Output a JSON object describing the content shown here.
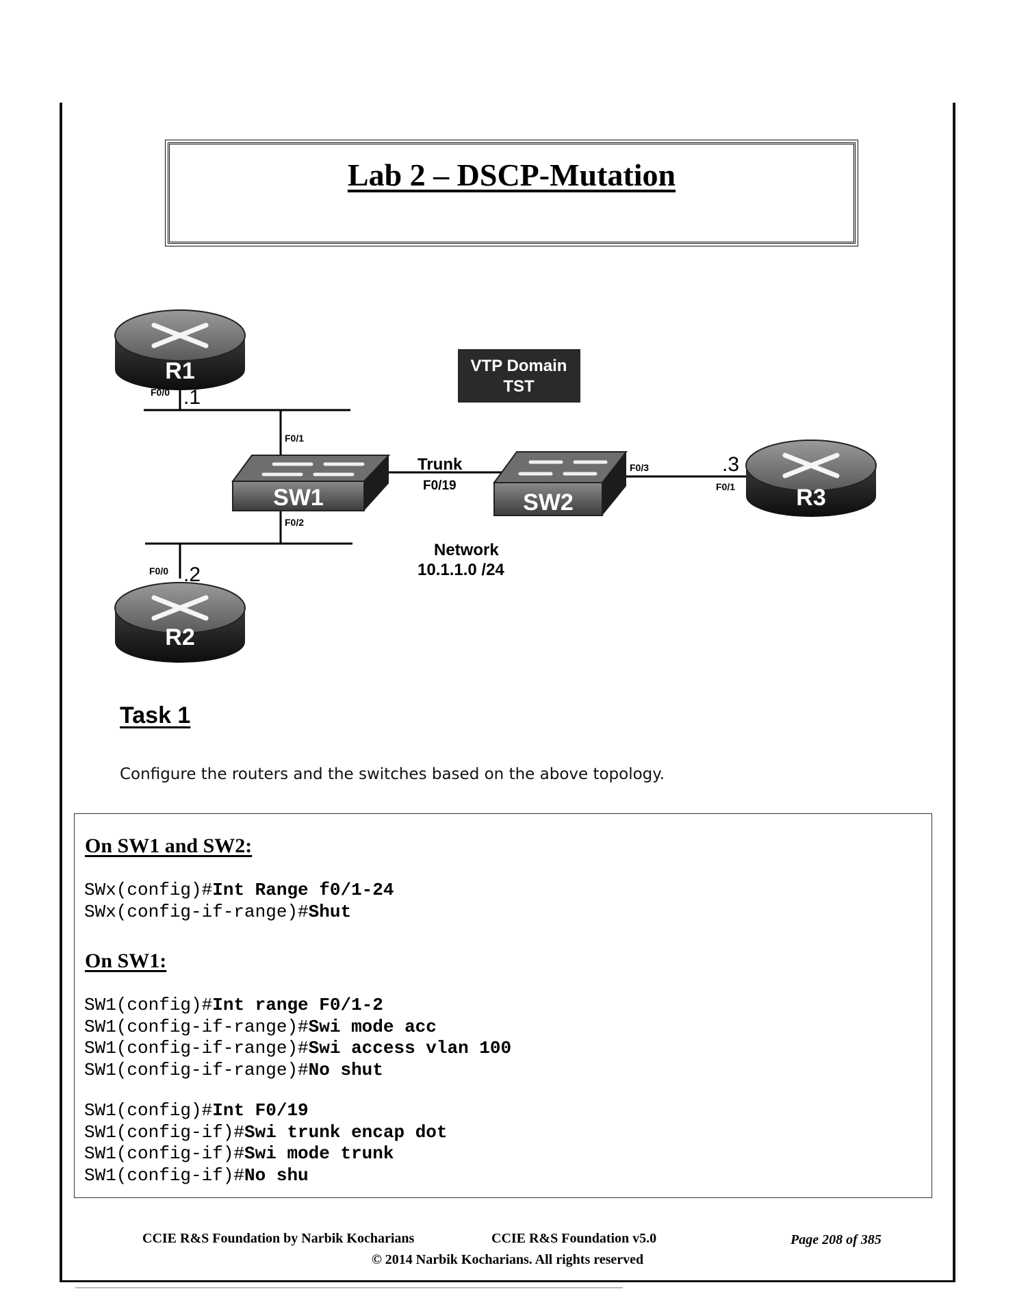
{
  "title": "Lab 2 – DSCP-Mutation",
  "diagram": {
    "vtp_domain": {
      "line1": "VTP Domain",
      "line2": "TST"
    },
    "devices": {
      "r1": "R1",
      "r2": "R2",
      "r3": "R3",
      "sw1": "SW1",
      "sw2": "SW2"
    },
    "interfaces": {
      "r1_f00": "F0/0",
      "r1_addr": ".1",
      "r2_f00": "F0/0",
      "r2_addr": ".2",
      "sw1_f01": "F0/1",
      "sw1_f02": "F0/2",
      "sw2_f03": "F0/3",
      "r3_f01": "F0/1",
      "r3_addr": ".3"
    },
    "trunk_label": "Trunk",
    "trunk_port": "F0/19",
    "network_label": "Network",
    "network_addr": "10.1.1.0 /24"
  },
  "task": {
    "heading": "Task 1",
    "description": "Configure the routers and the switches based on the above topology."
  },
  "config": {
    "section1_title": "On SW1 and SW2:",
    "section1_lines": [
      {
        "prompt": "SWx(config)#",
        "cmd": "Int Range f0/1-24"
      },
      {
        "prompt": "SWx(config-if-range)#",
        "cmd": "Shut"
      }
    ],
    "section2_title": "On SW1:",
    "section2_lines": [
      {
        "prompt": "SW1(config)#",
        "cmd": "Int range F0/1-2"
      },
      {
        "prompt": "SW1(config-if-range)#",
        "cmd": "Swi mode acc"
      },
      {
        "prompt": "SW1(config-if-range)#",
        "cmd": "Swi access vlan 100"
      },
      {
        "prompt": "SW1(config-if-range)#",
        "cmd": "No shut"
      }
    ],
    "section3_lines": [
      {
        "prompt": "SW1(config)#",
        "cmd": "Int F0/19"
      },
      {
        "prompt": "SW1(config-if)#",
        "cmd": "Swi trunk encap dot"
      },
      {
        "prompt": "SW1(config-if)#",
        "cmd": "Swi mode trunk"
      },
      {
        "prompt": "SW1(config-if)#",
        "cmd": "No shu"
      }
    ]
  },
  "footer": {
    "left": "CCIE R&S Foundation by Narbik Kocharians",
    "middle": "CCIE R&S Foundation v5.0",
    "page": "Page 208 of 385",
    "copyright": "© 2014 Narbik Kocharians. All rights reserved"
  }
}
